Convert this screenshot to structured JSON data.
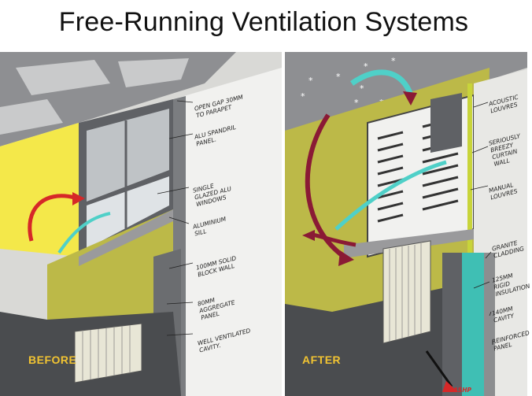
{
  "title": "Free-Running Ventilation Systems",
  "before": {
    "label": "BEFORE",
    "annotations": [
      "OPEN GAP 30MM\nTO PARAPET",
      "ALU SPANDRIL\nPANEL.",
      "SINGLE\nGLAZED ALU\nWINDOWS",
      "ALUMINIUM\nSILL",
      "100MM SOLID\nBLOCK WALL",
      "80MM\nAGGREGATE\nPANEL",
      "WELL VENTILATED\nCAVITY."
    ]
  },
  "after": {
    "label": "AFTER",
    "annotations": [
      "ACOUSTIC\nLOUVRES",
      "SERIOUSLY\nBREEZY\nCURTAIN\nWALL",
      "MANUAL\nLOUVRES",
      "GRANITE\nCLADDING",
      "125MM\nRIGID\nINSULATION",
      "140MM\nCAVITY",
      "REINFORCED\nPANEL"
    ],
    "pump_label": "ASHP"
  },
  "colors": {
    "yellow_wall": "#f4e84a",
    "olive_wall": "#bcb948",
    "dark_floor": "#4a4c4f",
    "red_arrow": "#d62828",
    "cyan_arrow": "#4fd0c8",
    "maroon_arrow": "#8a1a35",
    "label_yellow": "#f2c432"
  }
}
